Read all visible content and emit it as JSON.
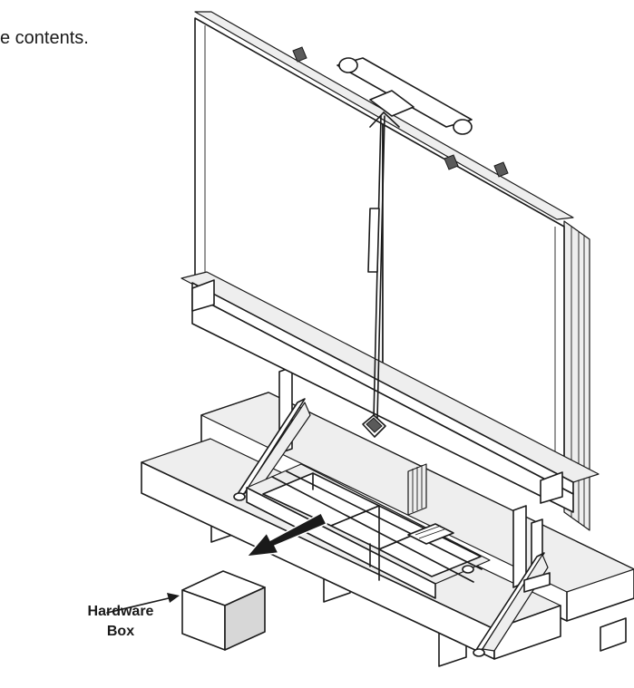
{
  "figure": {
    "intro_text": "e contents.",
    "callout": {
      "line1": "Hardware",
      "line2": "Box"
    },
    "colors": {
      "line": "#1a1a1a",
      "box_side": "#d7d7d7",
      "arrow": "#1a1a1a"
    }
  }
}
